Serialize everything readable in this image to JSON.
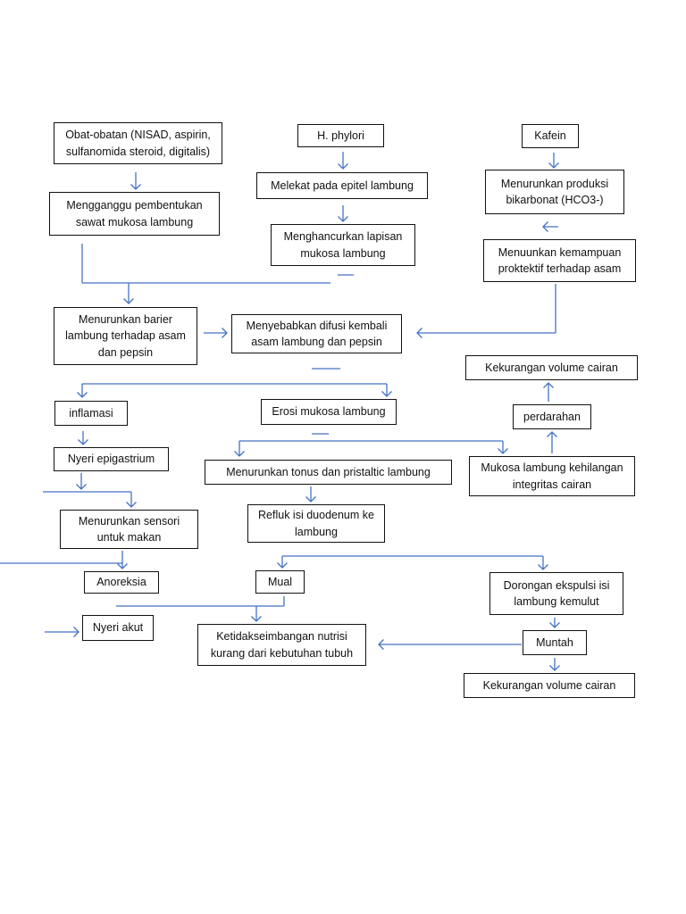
{
  "colors": {
    "connector": "#4472c4",
    "box_border": "#111111",
    "text": "#111111"
  },
  "nodes": {
    "obat": "Obat-obatan (NISAD, aspirin, sulfanomida steroid, digitalis)",
    "hpylori": "H. phylori",
    "kafein": "Kafein",
    "mengganggu": "Mengganggu pembentukan sawat mukosa lambung",
    "melekat": "Melekat pada epitel lambung",
    "menurunkan_produksi": "Menurunkan produksi bikarbonat (HCO3-)",
    "menghancurkan": "Menghancurkan lapisan mukosa lambung",
    "kemampuan": "Menuunkan kemampuan proktektif terhadap asam",
    "barier": "Menurunkan barier lambung terhadap asam dan pepsin",
    "difusi": "Menyebabkan difusi kembali asam lambung dan pepsin",
    "kekurangan_top": "Kekurangan volume cairan",
    "inflamasi": "inflamasi",
    "erosi": "Erosi mukosa lambung",
    "perdarahan": "perdarahan",
    "nyeri_epi": "Nyeri epigastrium",
    "tonus": "Menurunkan tonus dan pristaltic lambung",
    "mukosa_hilang": "Mukosa lambung kehilangan integritas cairan",
    "sensori": "Menurunkan sensori untuk makan",
    "refluk": "Refluk isi duodenum ke lambung",
    "anoreksia": "Anoreksia",
    "mual": "Mual",
    "dorongan": "Dorongan ekspulsi isi lambung kemulut",
    "nyeri_akut": "Nyeri akut",
    "ketidakseimbangan": "Ketidakseimbangan nutrisi kurang dari kebutuhan tubuh",
    "muntah": "Muntah",
    "kekurangan_bottom": "Kekurangan volume cairan"
  }
}
